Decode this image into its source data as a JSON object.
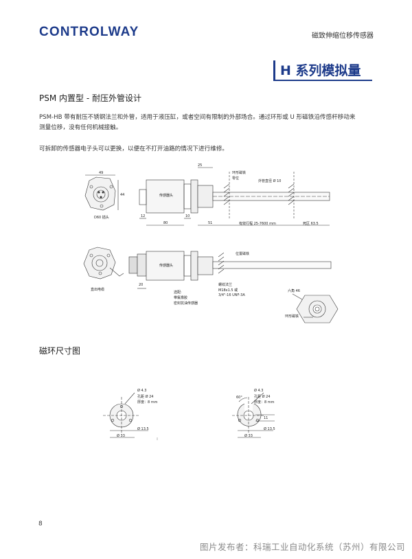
{
  "header": {
    "logo": "CONTROLWAY",
    "category": "磁致伸缩位移传感器",
    "series_title": "H 系列模拟量"
  },
  "section1": {
    "heading": "PSM 内置型 - 耐压外管设计",
    "para1_line1": "PSM-HB 带有耐压不锈钢法兰和外管，适用于液压缸，或者空间有限制的外部场合。通过环形或 U 形磁铁沿传感杆移动来",
    "para1_line2": "测量位移，没有任何机械接触。",
    "para2": "可拆卸的传感器电子头可以更换，以便在不打开油路的情况下进行维修。"
  },
  "drawing1": {
    "dim_49": "49",
    "dim_44": "44",
    "connector_label": "D60 插头",
    "dim_25": "25",
    "ring_magnet": "环形磁铁",
    "zero_pos": "零位",
    "tube_dia": "外管直径 Ø 10",
    "head_label": "传感器头",
    "dim_12": "12",
    "dim_10": "10",
    "dim_80": "80",
    "dim_51": "51",
    "stroke": "有效行程 25-7600 mm",
    "dead_zone": "死区 63.5",
    "cable_label": "直出电缆",
    "dim_20": "20",
    "note_1": "选配:",
    "note_2": "带氟橡胶",
    "note_3": "密封抗油传感器",
    "pos_magnet": "位置磁铁",
    "thread_1": "螺纹法兰",
    "thread_2": "M18x1.5 或",
    "thread_3": "3/4\"-16 UNF-3A",
    "hex": "六角 46",
    "ring_magnet_2": "环形磁铁"
  },
  "section2": {
    "heading": "磁环尺寸图"
  },
  "drawing2": {
    "left": {
      "d1": "Ø 4.3",
      "d2": "孔距 Ø 24",
      "d3": "厚度：8 mm",
      "d4": "Ø 13.5",
      "d5": "Ø 33"
    },
    "right": {
      "angle": "60°",
      "d1": "Ø 4.3",
      "d2": "孔距 Ø 24",
      "d3": "厚度：8 mm",
      "d4": "11",
      "d5": "Ø 13.5",
      "d6": "Ø 33"
    }
  },
  "footer": {
    "page_number": "8",
    "publisher": "图片发布者：科瑞工业自动化系统（苏州）有限公司"
  }
}
